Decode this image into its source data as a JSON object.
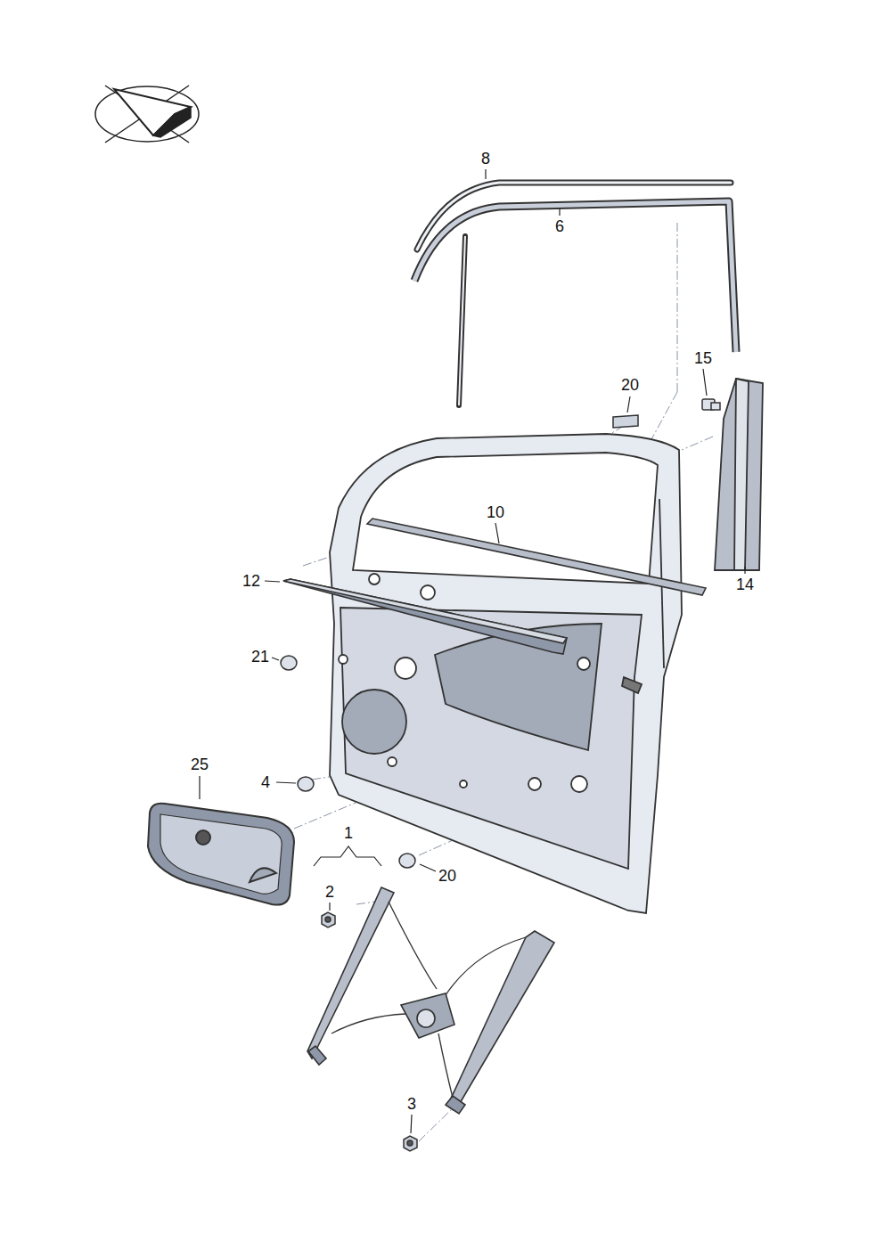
{
  "diagram": {
    "labels": [
      "8",
      "6",
      "15",
      "20",
      "10",
      "14",
      "12",
      "21",
      "25",
      "4",
      "1",
      "2",
      "20",
      "3"
    ]
  }
}
